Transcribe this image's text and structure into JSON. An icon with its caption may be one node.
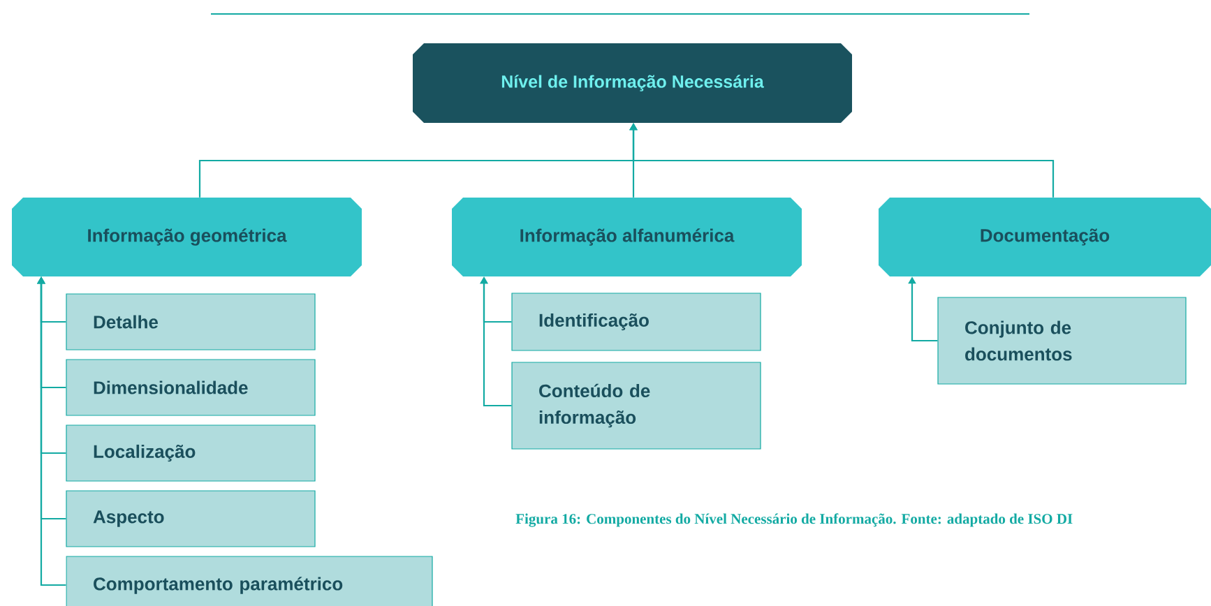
{
  "diagram": {
    "caption": "Figura 16: Componentes do Nível Necessário de Informação. Fonte: adaptado de ISO DI",
    "nodes": [
      {
        "text": [
          "Nível de Informação Necessária"
        ]
      },
      {
        "text": [
          "Informação geométrica"
        ]
      },
      {
        "text": [
          "Informação alfanumérica"
        ]
      },
      {
        "text": [
          "Documentação"
        ]
      },
      {
        "text": [
          "Detalhe"
        ]
      },
      {
        "text": [
          "Dimensionalidade"
        ]
      },
      {
        "text": [
          "Localização"
        ]
      },
      {
        "text": [
          "Aspecto"
        ]
      },
      {
        "text": [
          "Comportamento paramétrico"
        ]
      },
      {
        "text": [
          "Identificação"
        ]
      },
      {
        "text": [
          "Conteúdo de informação"
        ]
      },
      {
        "text": [
          "Conjunto de documentos"
        ]
      }
    ],
    "edges": [
      {
        "from": 1,
        "to": 0,
        "arrow": "to"
      },
      {
        "from": 2,
        "to": 0,
        "arrow": "to"
      },
      {
        "from": 3,
        "to": 0,
        "arrow": "to"
      },
      {
        "from": 4,
        "to": 1,
        "arrow": "to"
      },
      {
        "from": 5,
        "to": 1,
        "arrow": "to"
      },
      {
        "from": 6,
        "to": 1,
        "arrow": "to"
      },
      {
        "from": 7,
        "to": 1,
        "arrow": "to"
      },
      {
        "from": 8,
        "to": 1,
        "arrow": "to"
      },
      {
        "from": 9,
        "to": 2,
        "arrow": "to"
      },
      {
        "from": 10,
        "to": 2,
        "arrow": "to"
      },
      {
        "from": 11,
        "to": 3,
        "arrow": "to"
      }
    ]
  }
}
